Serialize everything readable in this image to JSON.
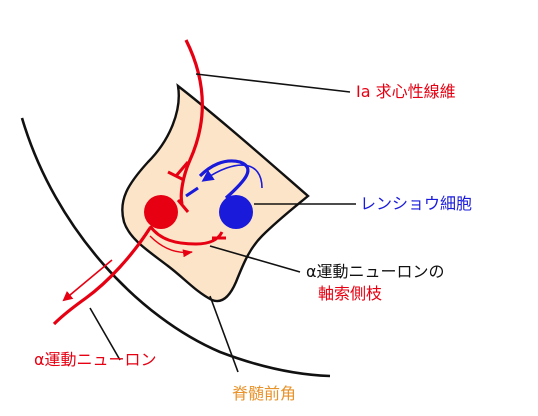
{
  "labels": {
    "ia_afferent": "Ia 求心性線維",
    "renshaw_cell": "レンショウ細胞",
    "alpha_mn_collateral_line1": "α運動ニューロンの",
    "alpha_mn_collateral_line2": "軸索側枝",
    "alpha_motor_neuron": "α運動ニューロン",
    "ventral_horn": "脊髄前角"
  },
  "colors": {
    "red": "#e60012",
    "blue": "#1a1adb",
    "orange": "#e8922a",
    "black": "#111111",
    "grey_matter_fill": "#fce4c8"
  }
}
